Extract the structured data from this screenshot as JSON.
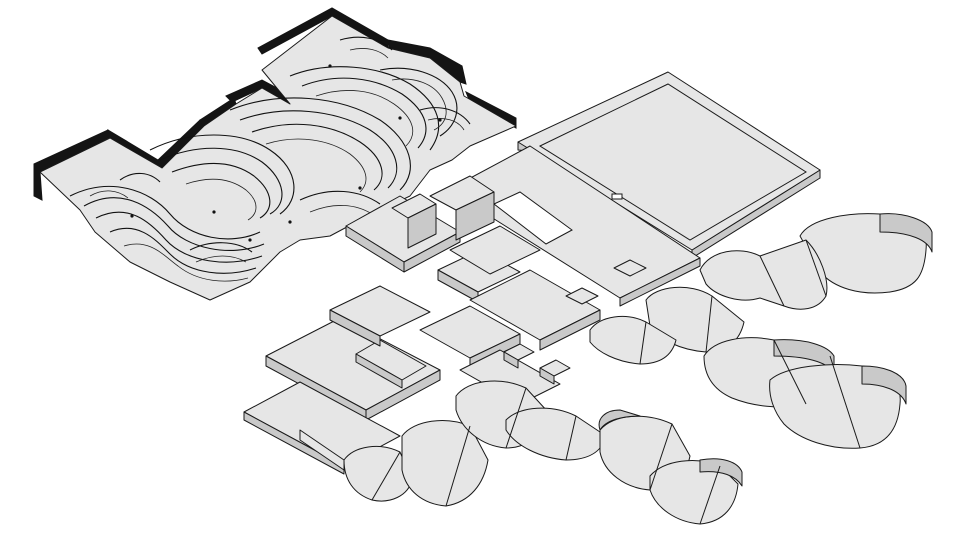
{
  "figure": {
    "kind": "isometric exploded site axonometric",
    "colors": {
      "background": "#ffffff",
      "surface": "#e6e6e6",
      "side": "#c9c9c9",
      "terrain_wall": "#141414",
      "line": "#1a1a1a"
    },
    "layers": [
      {
        "id": "terrain",
        "description_visible": false
      },
      {
        "id": "upper-platform"
      },
      {
        "id": "central-terraces"
      },
      {
        "id": "right-pods"
      },
      {
        "id": "lower-terraces"
      },
      {
        "id": "bottom-pods"
      }
    ]
  }
}
